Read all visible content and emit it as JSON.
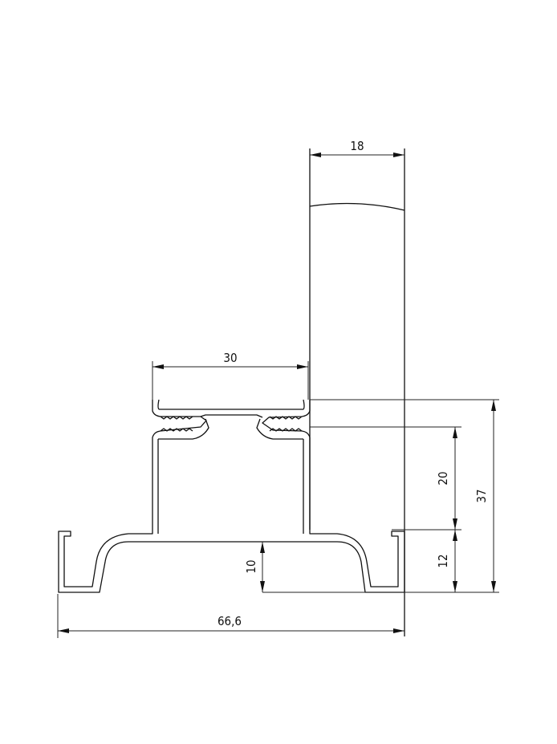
{
  "drawing": {
    "dimensions": {
      "board_width": "18",
      "channel_width": "30",
      "chamber_height": "20",
      "total_height": "37",
      "base_height": "12",
      "base_clearance": "10",
      "overall_width": "66,6"
    }
  }
}
